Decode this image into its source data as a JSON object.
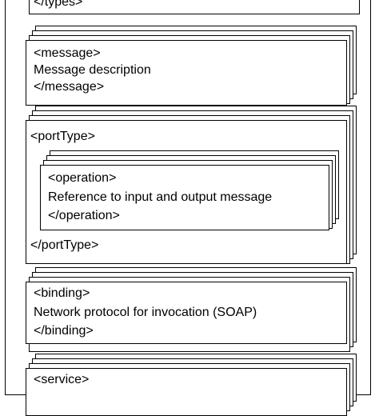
{
  "types": {
    "close": "</types>"
  },
  "message": {
    "open": "<message>",
    "desc": "Message description",
    "close": "</message>"
  },
  "porttype": {
    "open": "<portType>",
    "close": "</portType>",
    "operation": {
      "open": "<operation>",
      "desc": "Reference to input and output message",
      "close": "</operation>"
    }
  },
  "binding": {
    "open": "<binding>",
    "desc": "Network protocol for invocation (SOAP)",
    "close": "</binding>"
  },
  "service": {
    "open": "<service>"
  }
}
